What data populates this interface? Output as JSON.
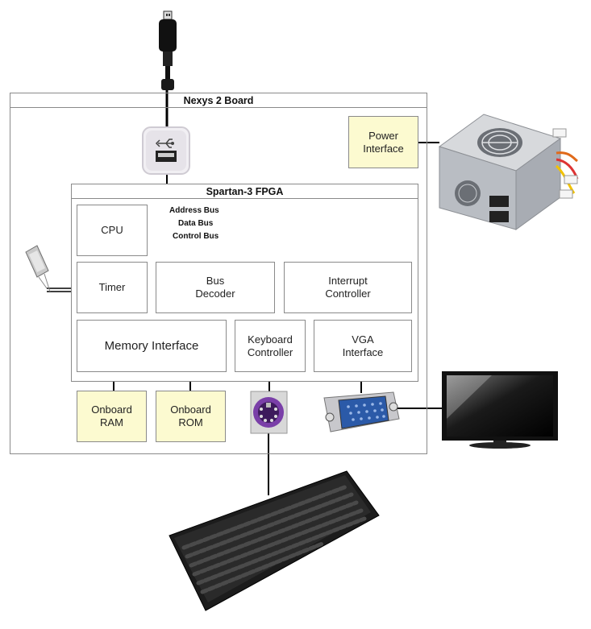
{
  "board": {
    "title": "Nexys 2 Board"
  },
  "fpga": {
    "title": "Spartan-3 FPGA"
  },
  "blocks": {
    "cpu": "CPU",
    "timer": "Timer",
    "bus_decoder": [
      "Bus",
      "Decoder"
    ],
    "interrupt_controller": [
      "Interrupt",
      "Controller"
    ],
    "memory_interface": "Memory Interface",
    "keyboard_controller": [
      "Keyboard",
      "Controller"
    ],
    "vga_interface": [
      "VGA",
      "Interface"
    ]
  },
  "buses": {
    "address": "Address Bus",
    "data": "Data Bus",
    "control": "Control Bus"
  },
  "external": {
    "power_interface": [
      "Power",
      "Interface"
    ],
    "onboard_ram": [
      "Onboard",
      "RAM"
    ],
    "onboard_rom": [
      "Onboard",
      "ROM"
    ]
  },
  "colors": {
    "yellow_box": "#fcfad0",
    "border": "#8a8a8a",
    "line": "#000000"
  },
  "icons": [
    "usb-cable-icon",
    "usb-port-icon",
    "power-supply-icon",
    "oscillator-icon",
    "ps2-port-icon",
    "vga-connector-icon",
    "monitor-icon",
    "keyboard-icon"
  ]
}
